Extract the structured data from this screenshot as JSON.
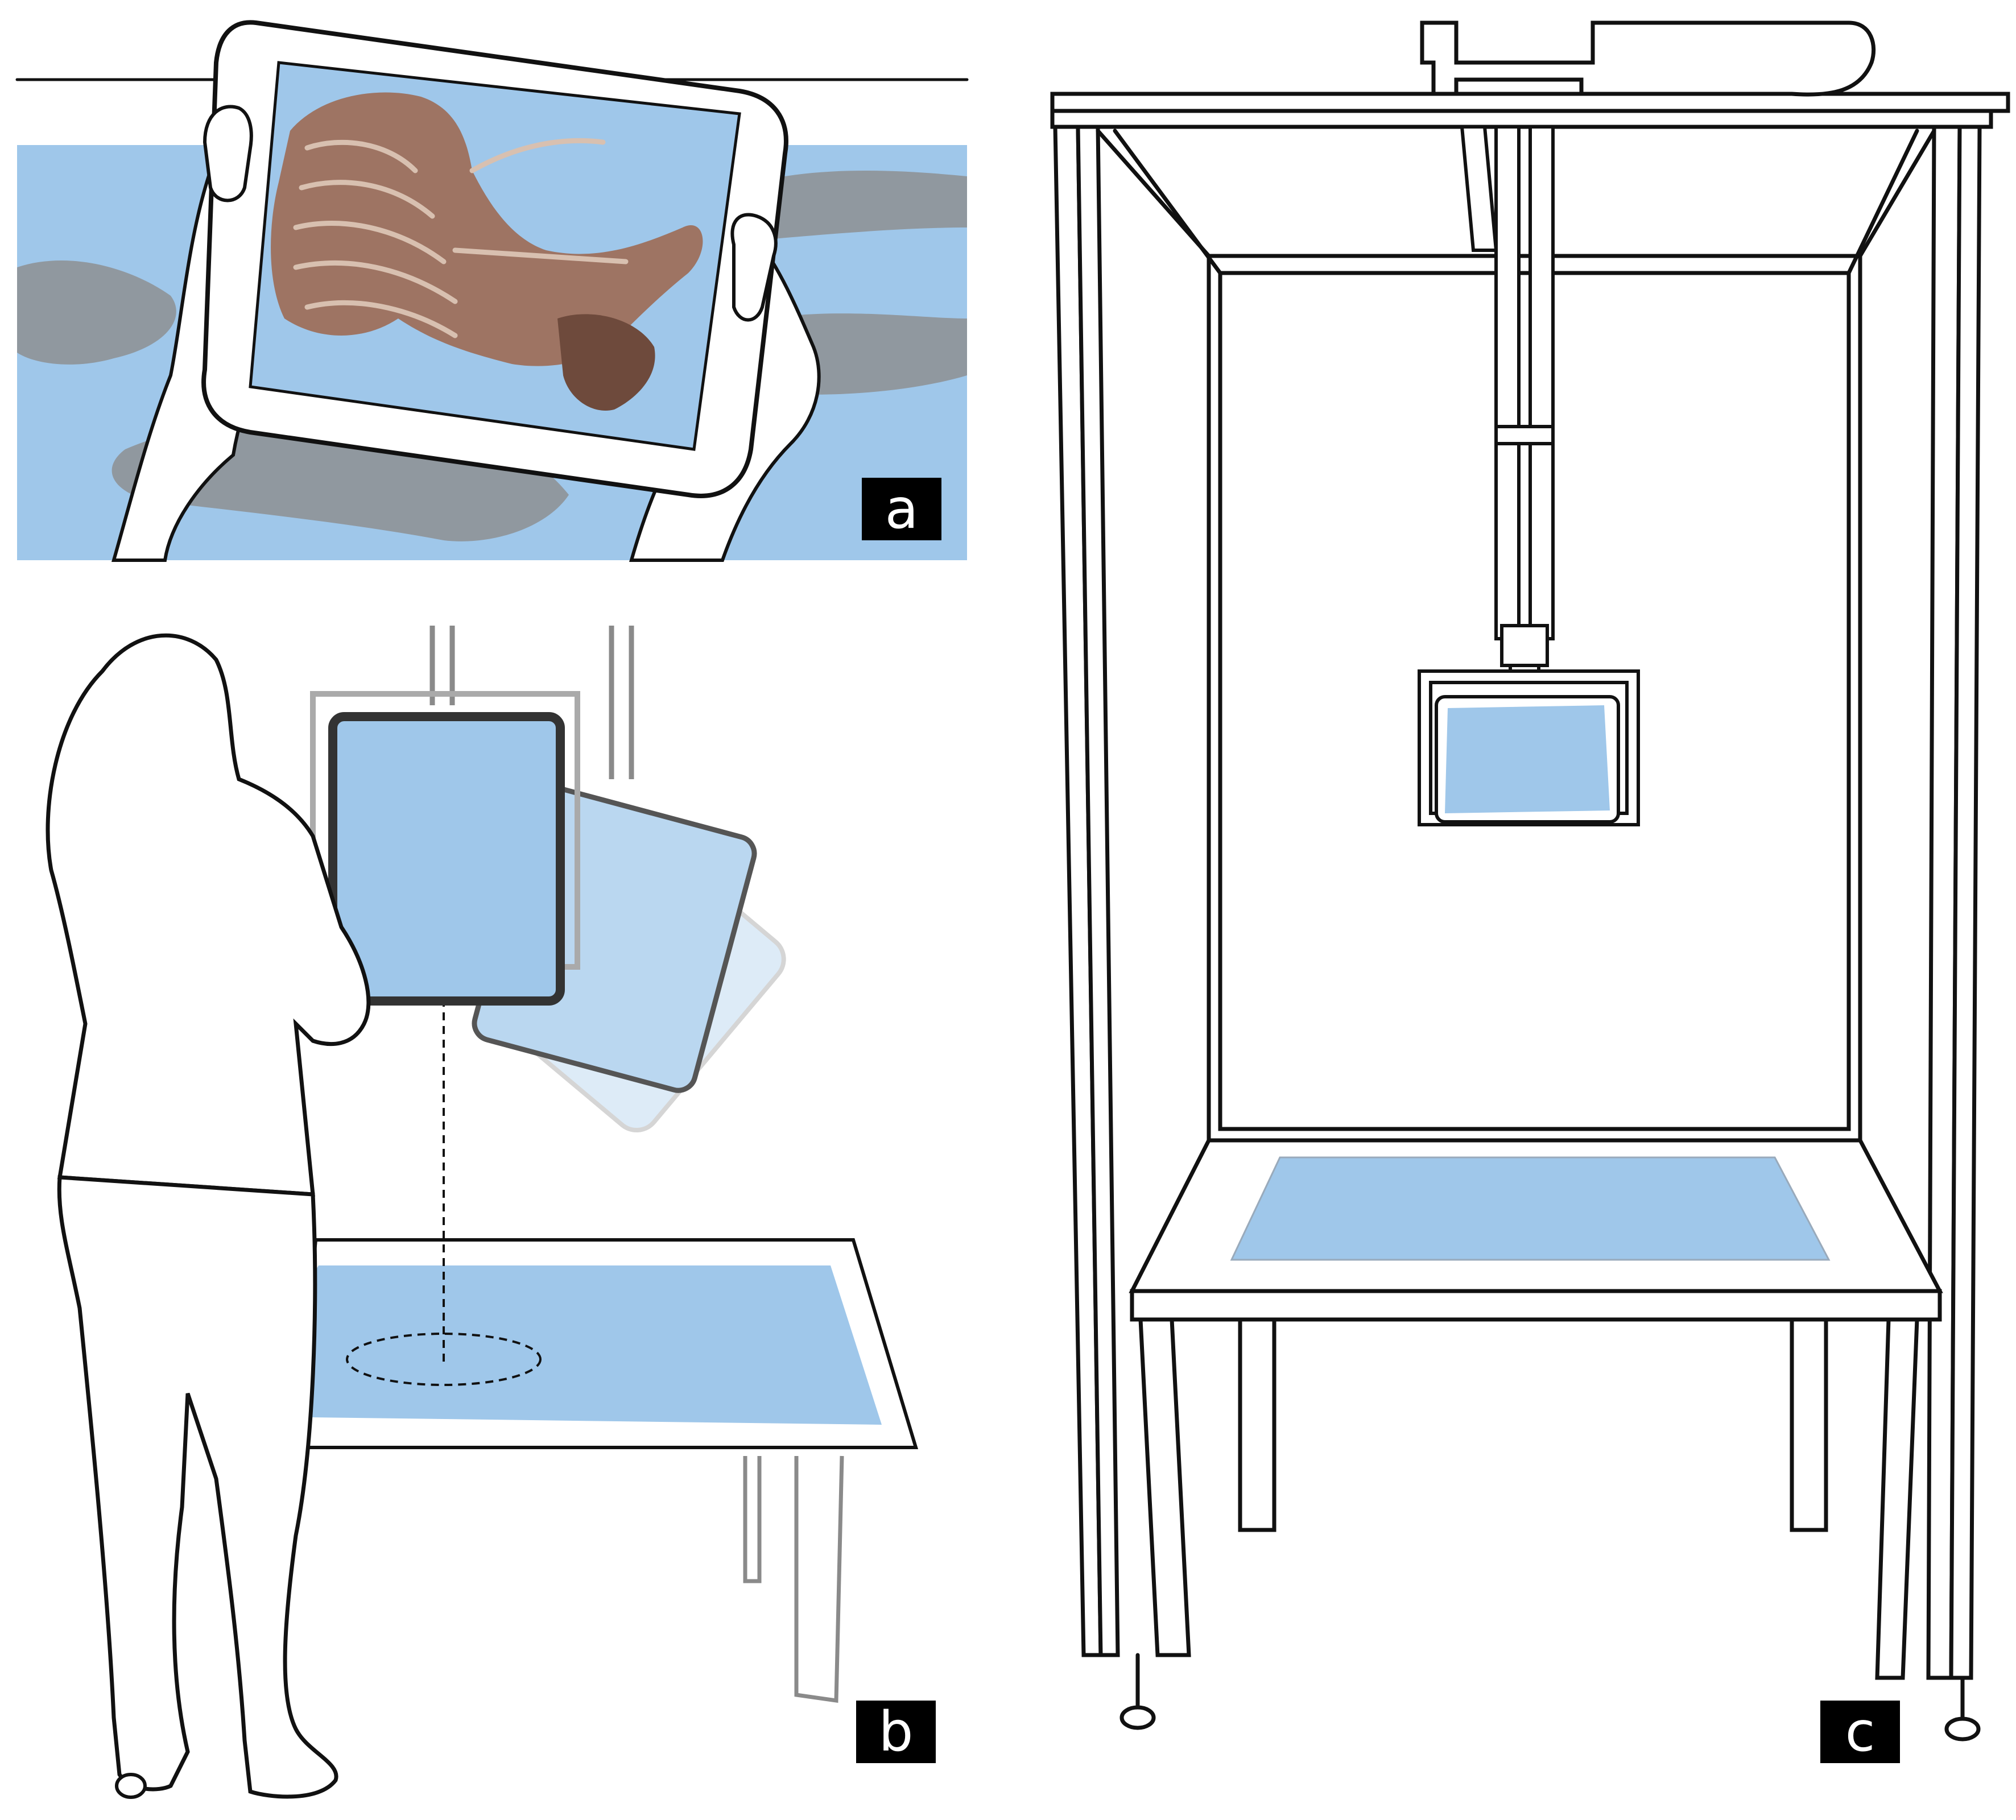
{
  "panels": [
    {
      "id": "a",
      "label": "a"
    },
    {
      "id": "b",
      "label": "b"
    },
    {
      "id": "c",
      "label": "c"
    }
  ],
  "colors": {
    "screen_blue": "#9fc7ea",
    "screen_blue_faded": "#dbe9f7",
    "line_ink": "#111111",
    "grey_outline": "#8a8a8a",
    "bone": "#9e7463",
    "bone_dark": "#6e4a3c",
    "arm_shadow": "#8c8c8c",
    "label_bg": "#000000",
    "label_fg": "#ffffff"
  },
  "icons": [
    "tablet-icon",
    "skeleton-icon",
    "person-icon",
    "table-icon",
    "frame-rig-icon",
    "robot-arm-icon"
  ]
}
